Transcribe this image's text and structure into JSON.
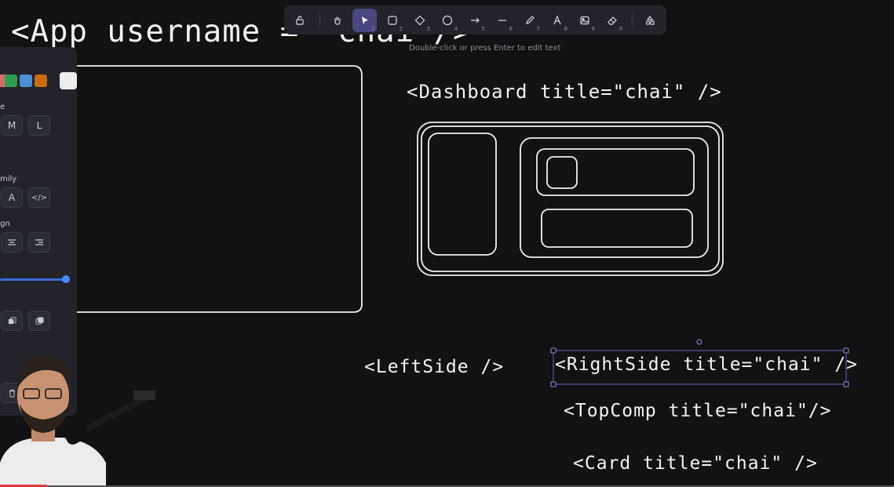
{
  "canvas_texts": {
    "app": "<App username = \"chai\"/>",
    "dashboard": "<Dashboard title=\"chai\" />",
    "leftside": "<LeftSide />",
    "rightside": "<RightSide title=\"chai\" />",
    "topcomp": "<TopComp  title=\"chai\"/>",
    "card": "<Card title=\"chai\" />"
  },
  "toolbar": {
    "tools": [
      {
        "name": "lock",
        "num": ""
      },
      {
        "name": "hand",
        "num": ""
      },
      {
        "name": "selection",
        "num": "1"
      },
      {
        "name": "rectangle",
        "num": "2"
      },
      {
        "name": "diamond",
        "num": "3"
      },
      {
        "name": "ellipse",
        "num": "4"
      },
      {
        "name": "arrow",
        "num": "5"
      },
      {
        "name": "line",
        "num": "6"
      },
      {
        "name": "pencil",
        "num": "7"
      },
      {
        "name": "text",
        "num": "8"
      },
      {
        "name": "image",
        "num": "9"
      },
      {
        "name": "eraser",
        "num": "0"
      },
      {
        "name": "shapes",
        "num": ""
      }
    ],
    "hint": "Double-click or press Enter to edit text"
  },
  "panel": {
    "size_label": "e",
    "size_m": "M",
    "size_l": "L",
    "font_family_label": "mily",
    "font_a": "A",
    "font_code": "</>",
    "align_label": "gn",
    "colors": [
      "#2e9e4f",
      "#4a90d9",
      "#c96c0c"
    ],
    "background_white": "#ededed"
  }
}
